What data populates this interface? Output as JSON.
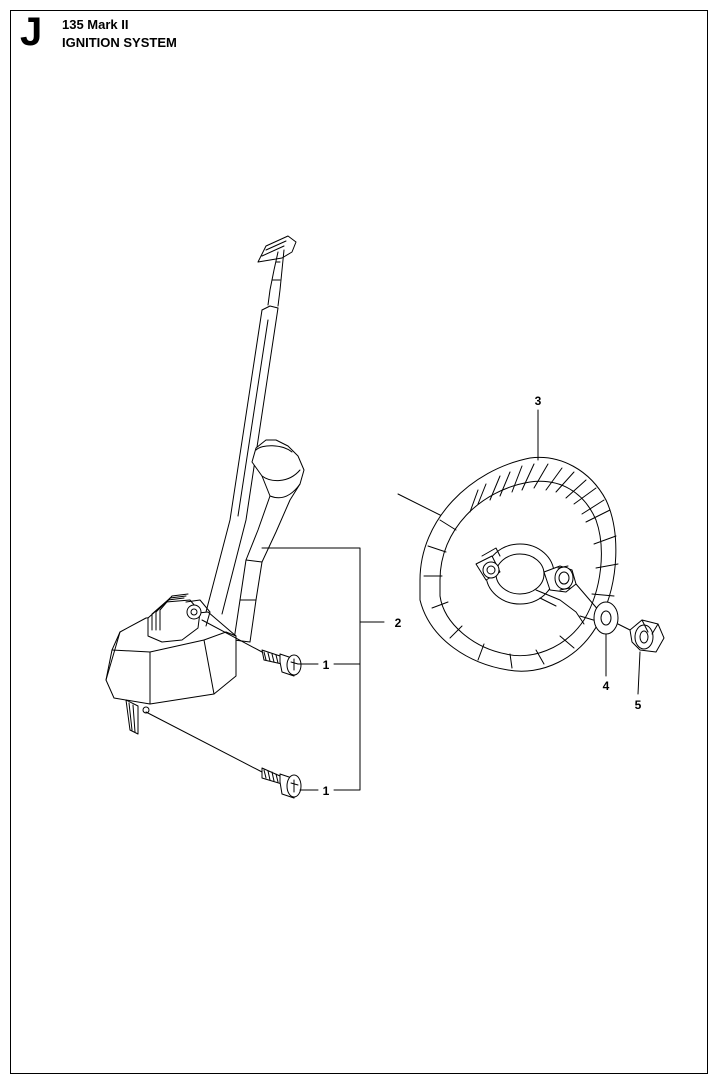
{
  "header": {
    "section_letter": "J",
    "model": "135 Mark II",
    "title": "IGNITION SYSTEM"
  },
  "callouts": {
    "screw_top": "1",
    "screw_bottom": "1",
    "ignition_module": "2",
    "flywheel": "3",
    "washer": "4",
    "nut": "5"
  }
}
